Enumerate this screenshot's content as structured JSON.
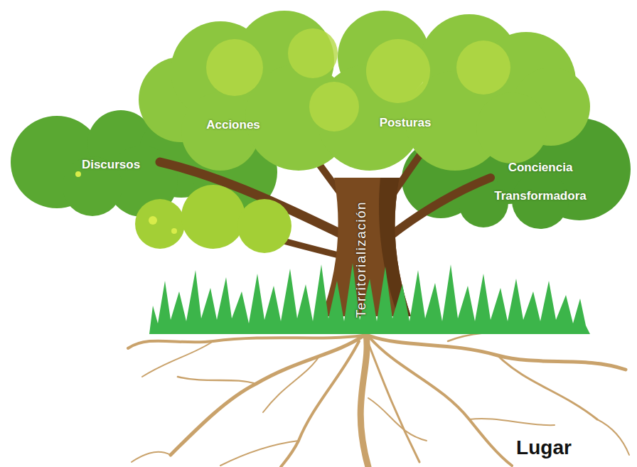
{
  "diagram": {
    "labels": [
      "Acciones",
      "Posturas",
      "Discursos",
      "Conciencia Transformadora",
      "Territorialización",
      "Lugar"
    ]
  }
}
